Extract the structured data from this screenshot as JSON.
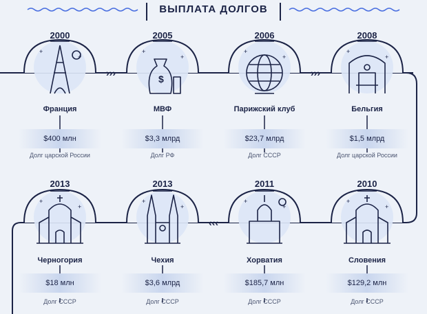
{
  "header": {
    "title": "ВЫПЛАТА ДОЛГОВ"
  },
  "colors": {
    "background": "#eef2f8",
    "ink": "#1b2346",
    "accent": "#4a6fe0",
    "bubble": "#dbe5f6",
    "amount_band": "#c9d6ee"
  },
  "row1": [
    {
      "year": "2000",
      "country": "Франция",
      "amount": "$400 млн",
      "note": "Долг царской России",
      "icon": "eiffel-tower-icon"
    },
    {
      "year": "2005",
      "country": "МВФ",
      "amount": "$3,3 млрд",
      "note": "Долг РФ",
      "icon": "money-bag-icon"
    },
    {
      "year": "2006",
      "country": "Парижский клуб",
      "amount": "$23,7 млрд",
      "note": "Долг СССР",
      "icon": "globe-icon"
    },
    {
      "year": "2008",
      "country": "Бельгия",
      "amount": "$1,5 млрд",
      "note": "Долг царской России",
      "icon": "fountain-icon"
    }
  ],
  "row2": [
    {
      "year": "2013",
      "country": "Черногория",
      "amount": "$18 млн",
      "note": "Долг СССР",
      "icon": "monastery-icon"
    },
    {
      "year": "2013",
      "country": "Чехия",
      "amount": "$3,6 млрд",
      "note": "Долг СССР",
      "icon": "gothic-cathedral-icon"
    },
    {
      "year": "2011",
      "country": "Хорватия",
      "amount": "$185,7 млн",
      "note": "Долг СССР",
      "icon": "church-icon"
    },
    {
      "year": "2010",
      "country": "Словения",
      "amount": "$129,2 млн",
      "note": "Долг СССР",
      "icon": "cathedral-icon"
    }
  ],
  "arrows": {
    "forward": "›››",
    "backward": "‹‹‹"
  }
}
